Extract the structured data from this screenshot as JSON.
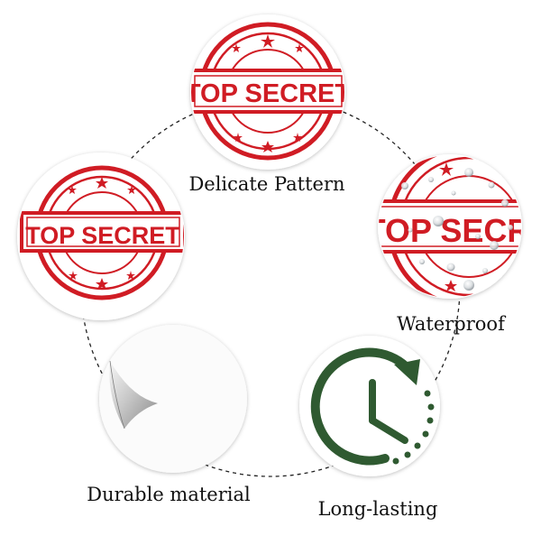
{
  "stamp": {
    "text": "TOP SECRET",
    "color": "#d01c24"
  },
  "clock_color": "#2f5a31",
  "captions": {
    "delicate": "Delicate Pattern",
    "waterproof": "Waterproof",
    "durable": "Durable material",
    "long_lasting": "Long-lasting"
  }
}
